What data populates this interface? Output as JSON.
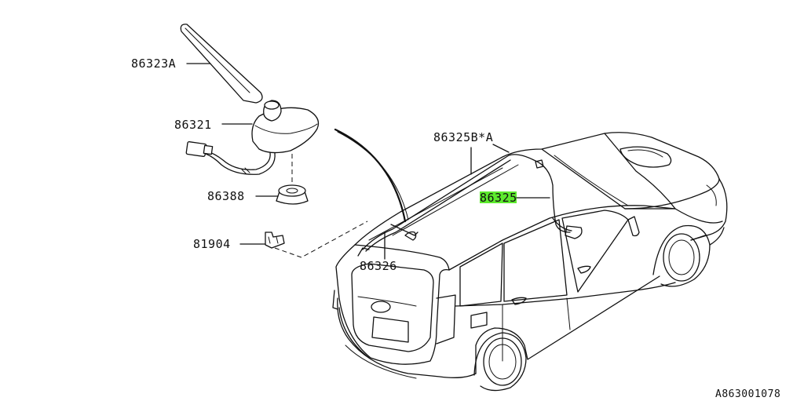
{
  "diagram": {
    "callouts": [
      {
        "id": "antenna-rod",
        "text": "86323A"
      },
      {
        "id": "antenna-base",
        "text": "86321"
      },
      {
        "id": "grommet",
        "text": "86388"
      },
      {
        "id": "clip",
        "text": "81904"
      },
      {
        "id": "feeder-cord-b",
        "text": "86325B*A"
      },
      {
        "id": "feeder-cord",
        "text": "86325"
      },
      {
        "id": "cord-rear",
        "text": "86326"
      }
    ],
    "highlight_color": "#5dea2e",
    "figure_code": "A863001078"
  }
}
